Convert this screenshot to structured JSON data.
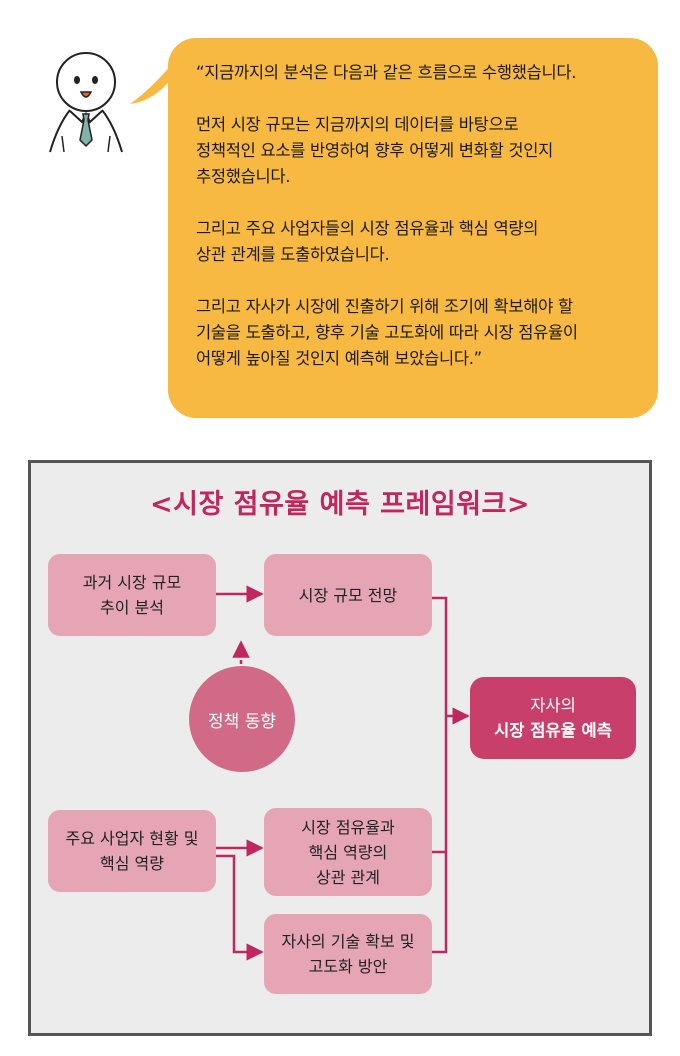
{
  "speech": {
    "paragraphs": [
      "“지금까지의 분석은 다음과 같은 흐름으로 수행했습니다.",
      "먼저 시장 규모는 지금까지의 데이터를 바탕으로\n정책적인 요소를 반영하여 향후 어떻게 변화할 것인지\n추정했습니다.",
      "그리고 주요 사업자들의 시장 점유율과 핵심 역량의\n상관 관계를 도출하였습니다.",
      "그리고 자사가 시장에 진출하기 위해 조기에 확보해야 할\n기술을 도출하고, 향후 기술 고도화에 따라 시장 점유율이\n어떻게 높아질 것인지 예측해 보았습니다.”"
    ]
  },
  "framework": {
    "title": "<시장 점유율 예측 프레임워크>",
    "boxes": {
      "past_market": "과거 시장 규모\n추이 분석",
      "market_outlook": "시장 규모 전망",
      "policy": "정책 동향",
      "players": "주요 사업자 현황 및\n핵심 역량",
      "correlation": "시장 점유율과\n핵심 역량의\n상관 관계",
      "tech": "자사의 기술 확보 및\n고도화 방안"
    },
    "result": {
      "line1": "자사의",
      "line2": "시장 점유율 예측"
    }
  },
  "colors": {
    "bubble": "#f7b942",
    "accent": "#c0275f",
    "box": "#e5a5b5",
    "circle": "#d06a86",
    "result": "#c93f6b",
    "frame_bg": "#ececec"
  },
  "icons": [
    "character-avatar-icon",
    "tie-icon"
  ]
}
